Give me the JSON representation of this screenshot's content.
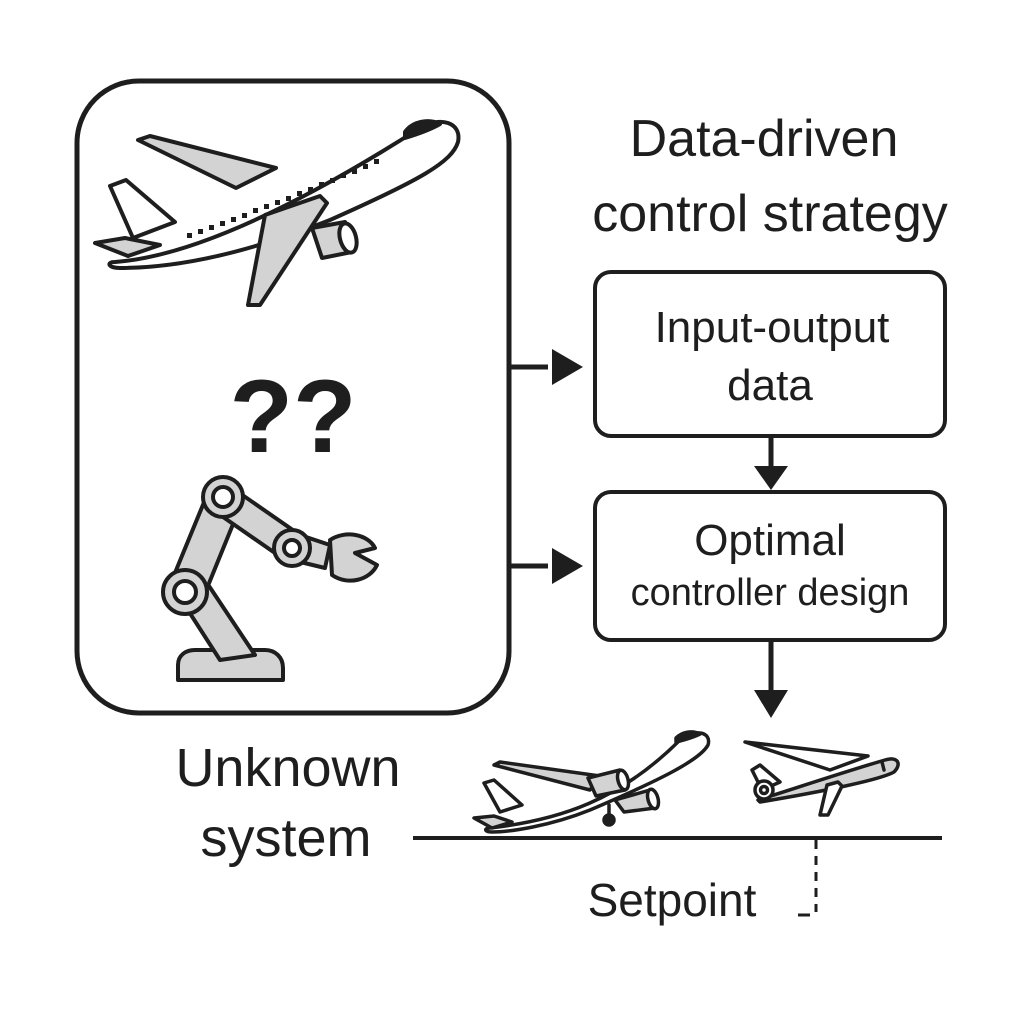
{
  "title": {
    "line1": "Data-driven",
    "line2": "control strategy"
  },
  "unknown_system": {
    "label_line1": "Unknown",
    "label_line2": "system",
    "question_marks": "??",
    "icons": [
      "airplane-icon",
      "robot-arm-icon"
    ]
  },
  "blocks": [
    {
      "id": "io-data",
      "line1": "Input-output",
      "line2": "data"
    },
    {
      "id": "controller",
      "line1": "Optimal",
      "line2": "controller design"
    }
  ],
  "output": {
    "setpoint_label": "Setpoint",
    "icons": [
      "airplane-takeoff-icon",
      "airplane-unstable-icon"
    ]
  },
  "colors": {
    "stroke": "#1e1e1e",
    "fill_gray": "#d3d3d3",
    "background": "#ffffff"
  }
}
